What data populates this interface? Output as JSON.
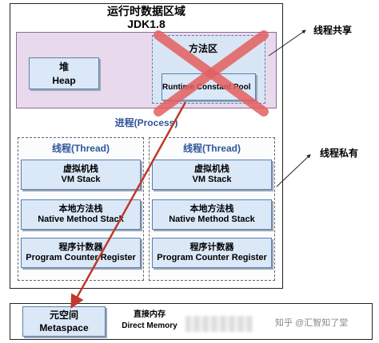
{
  "title_line1": "运行时数据区域",
  "title_line2": "JDK1.8",
  "heap": {
    "cn": "堆",
    "en": "Heap"
  },
  "method_area": {
    "title": "方法区",
    "inner": "Runtime Constant Pool"
  },
  "process_label": "进程(Process)",
  "threads": [
    {
      "label": "线程(Thread)",
      "stacks": [
        {
          "cn": "虚拟机栈",
          "en": "VM Stack"
        },
        {
          "cn": "本地方法栈",
          "en": "Native Method Stack"
        },
        {
          "cn": "程序计数器",
          "en": "Program Counter Register"
        }
      ]
    },
    {
      "label": "线程(Thread)",
      "stacks": [
        {
          "cn": "虚拟机栈",
          "en": "VM Stack"
        },
        {
          "cn": "本地方法栈",
          "en": "Native Method Stack"
        },
        {
          "cn": "程序计数器",
          "en": "Program Counter Register"
        }
      ]
    }
  ],
  "callouts": {
    "shared": "线程共享",
    "private": "线程私有"
  },
  "metaspace": {
    "cn": "元空间",
    "en": "Metaspace"
  },
  "direct_memory": {
    "cn": "直接内存",
    "en": "Direct Memory"
  },
  "watermark": "知乎 @汇智知了堂",
  "colors": {
    "cross": "#e46060",
    "arrow": "#c0392b",
    "box_fill": "#dbe8f7",
    "box_border": "#5b7fae",
    "shared_fill": "#e9d9ec",
    "thread_text": "#2f5597"
  }
}
